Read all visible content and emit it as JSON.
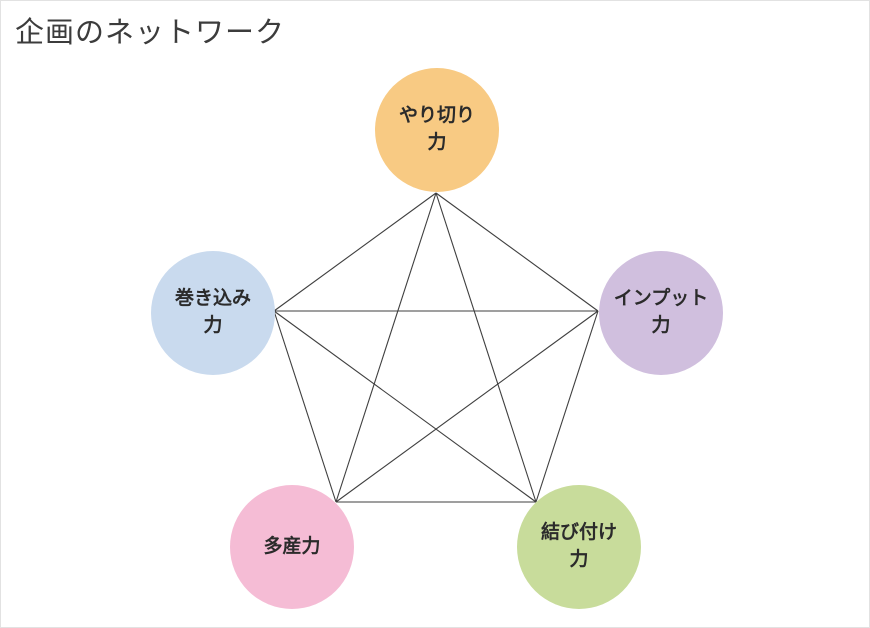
{
  "title": "企画のネットワーク",
  "diagram": {
    "line_color": "#3f3f3f",
    "nodes": [
      {
        "id": "yarikiri",
        "label": "やり切り\n力",
        "color": "#F8CA83",
        "position": "top"
      },
      {
        "id": "input",
        "label": "インプット\n力",
        "color": "#D0BFDE",
        "position": "right"
      },
      {
        "id": "musubitsuke",
        "label": "結び付け\n力",
        "color": "#C8DC9B",
        "position": "bottom-right"
      },
      {
        "id": "tasan",
        "label": "多産力",
        "color": "#F5BCD5",
        "position": "bottom-left"
      },
      {
        "id": "makikomi",
        "label": "巻き込み\n力",
        "color": "#C9DAEE",
        "position": "left"
      }
    ]
  }
}
